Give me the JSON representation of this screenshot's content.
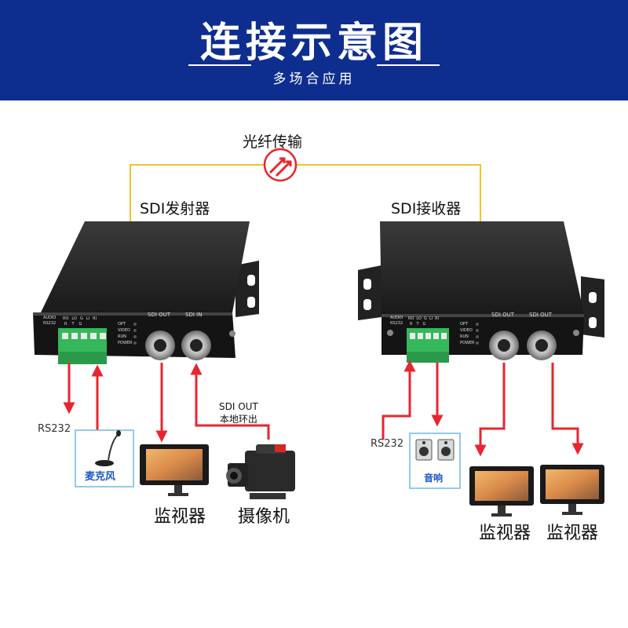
{
  "banner": {
    "title": "连接示意图",
    "subtitle": "多场合应用"
  },
  "link": {
    "label": "光纤传输"
  },
  "transmitter": {
    "title": "SDI发射器",
    "panel": {
      "port_a": "SDI OUT",
      "port_b": "SDI IN",
      "terminal_top": [
        "RO",
        "LO",
        "G",
        "LI",
        "RI"
      ],
      "terminal_bottom": [
        "R",
        "T",
        "G"
      ],
      "terminal_side": [
        "AUDIO",
        "RS232"
      ],
      "leds": [
        "OPT",
        "VIDEO",
        "RUN",
        "POWER"
      ]
    },
    "loop_note_line1": "SDI OUT",
    "loop_note_line2": "本地环出",
    "rs232_label": "RS232",
    "mic_label": "麦克风",
    "monitor_label": "监视器",
    "camera_label": "摄像机"
  },
  "receiver": {
    "title": "SDI接收器",
    "panel": {
      "port_a": "SDI OUT",
      "port_b": "SDI OUT",
      "terminal_top": [
        "RO",
        "LO",
        "G",
        "LI",
        "RI"
      ],
      "terminal_bottom": [
        "R",
        "T",
        "G"
      ],
      "terminal_side": [
        "AUDIO",
        "RS232"
      ],
      "leds": [
        "OPT",
        "VIDEO",
        "RUN",
        "POWER"
      ]
    },
    "rs232_label": "RS232",
    "speaker_label": "音响",
    "monitor1_label": "监视器",
    "monitor2_label": "监视器"
  },
  "colors": {
    "banner": "#0e2e8f",
    "fiber_line": "#f2c230",
    "arrow": "#e8252f",
    "device_body": "#1c1c1c",
    "terminal": "#34b85a",
    "box_border": "#6fb8e6"
  }
}
